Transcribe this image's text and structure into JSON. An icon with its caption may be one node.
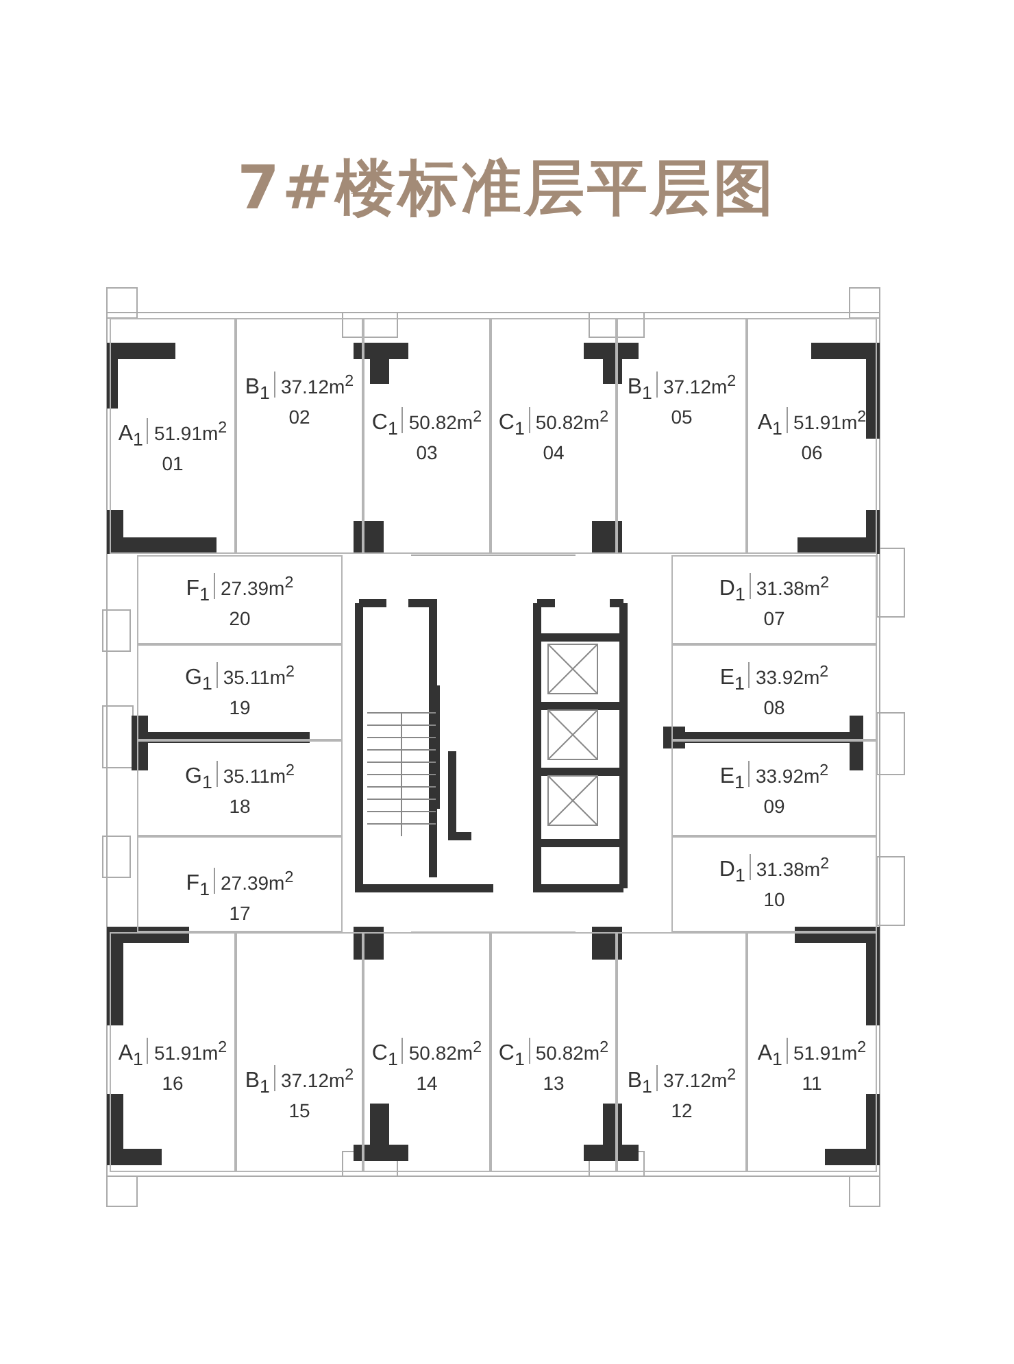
{
  "diagram": {
    "title": "7#楼标准层平层图",
    "nodes": [
      {
        "text": [
          "A$_{1}$",
          "51.91m$^{2}$",
          "01"
        ]
      },
      {
        "text": [
          "B$_{1}$",
          "37.12m$^{2}$",
          "02"
        ]
      },
      {
        "text": [
          "C$_{1}$",
          "50.82m$^{2}$",
          "03"
        ]
      },
      {
        "text": [
          "C$_{1}$",
          "50.82m$^{2}$",
          "04"
        ]
      },
      {
        "text": [
          "B$_{1}$",
          "37.12m$^{2}$",
          "05"
        ]
      },
      {
        "text": [
          "A$_{1}$",
          "51.91m$^{2}$",
          "06"
        ]
      },
      {
        "text": [
          "F$_{1}$",
          "27.39m$^{2}$",
          "20"
        ]
      },
      {
        "text": [
          "D$_{1}$",
          "31.38m$^{2}$",
          "07"
        ]
      },
      {
        "text": [
          "G$_{1}$",
          "35.11m$^{2}$",
          "19"
        ]
      },
      {
        "text": [
          "E$_{1}$",
          "33.92m$^{2}$",
          "08"
        ]
      },
      {
        "text": [
          "G$_{1}$",
          "35.11m$^{2}$",
          "18"
        ]
      },
      {
        "text": [
          "E$_{1}$",
          "33.92m$^{2}$",
          "09"
        ]
      },
      {
        "text": [
          "F$_{1}$",
          "27.39m$^{2}$",
          "17"
        ]
      },
      {
        "text": [
          "D$_{1}$",
          "31.38m$^{2}$",
          "10"
        ]
      },
      {
        "text": [
          "A$_{1}$",
          "51.91m$^{2}$",
          "16"
        ]
      },
      {
        "text": [
          "B$_{1}$",
          "37.12m$^{2}$",
          "15"
        ]
      },
      {
        "text": [
          "C$_{1}$",
          "50.82m$^{2}$",
          "14"
        ]
      },
      {
        "text": [
          "C$_{1}$",
          "50.82m$^{2}$",
          "13"
        ]
      },
      {
        "text": [
          "B$_{1}$",
          "37.12m$^{2}$",
          "12"
        ]
      },
      {
        "text": [
          "A$_{1}$",
          "51.91m$^{2}$",
          "11"
        ]
      }
    ]
  }
}
